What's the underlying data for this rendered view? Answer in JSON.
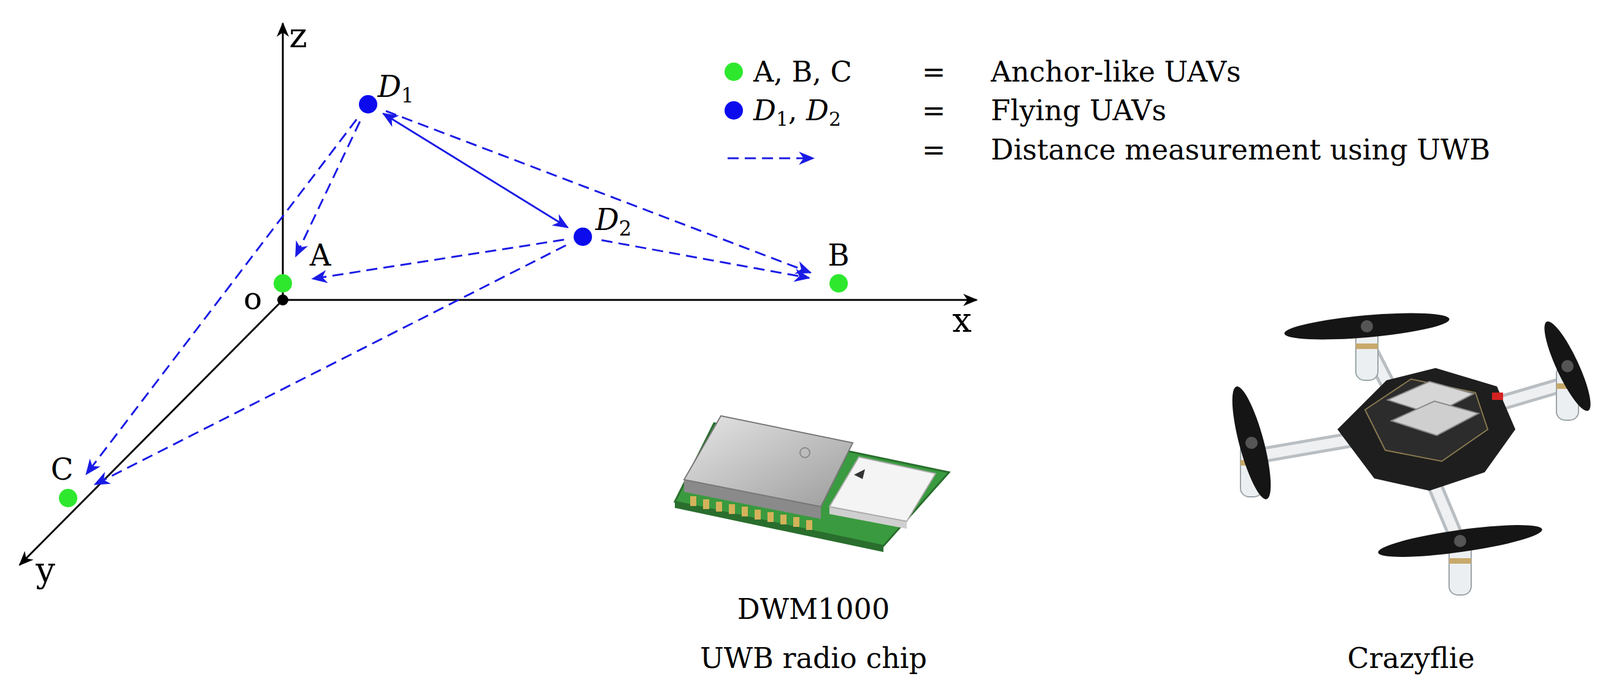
{
  "diagram": {
    "nodes": [
      {
        "text": [
          "D1"
        ]
      },
      {
        "text": [
          "D2"
        ]
      },
      {
        "text": [
          "A"
        ]
      },
      {
        "text": [
          "B"
        ]
      },
      {
        "text": [
          "C"
        ]
      }
    ],
    "edges": [
      {
        "from": 0,
        "to": 2,
        "arrow": "to"
      },
      {
        "from": 0,
        "to": 4,
        "arrow": "to"
      },
      {
        "from": 0,
        "to": 1,
        "arrow": "both"
      },
      {
        "from": 0,
        "to": 3,
        "arrow": "to"
      },
      {
        "from": 1,
        "to": 2,
        "arrow": "to"
      },
      {
        "from": 1,
        "to": 3,
        "arrow": "to"
      },
      {
        "from": 1,
        "to": 4,
        "arrow": "to"
      }
    ],
    "labels": [
      "z",
      "x",
      "y",
      "o",
      "A, B, C",
      "=",
      "D1, D2",
      "=",
      "=",
      "DWM1000",
      "UWB radio chip",
      "Crazyflie"
    ],
    "legend": [
      {
        "text": "Anchor-like UAVs",
        "color": "#2ee82e"
      },
      {
        "text": "Flying UAVs",
        "color": "#0b0bee"
      },
      {
        "text": "Distance measurement using UWB"
      }
    ]
  }
}
